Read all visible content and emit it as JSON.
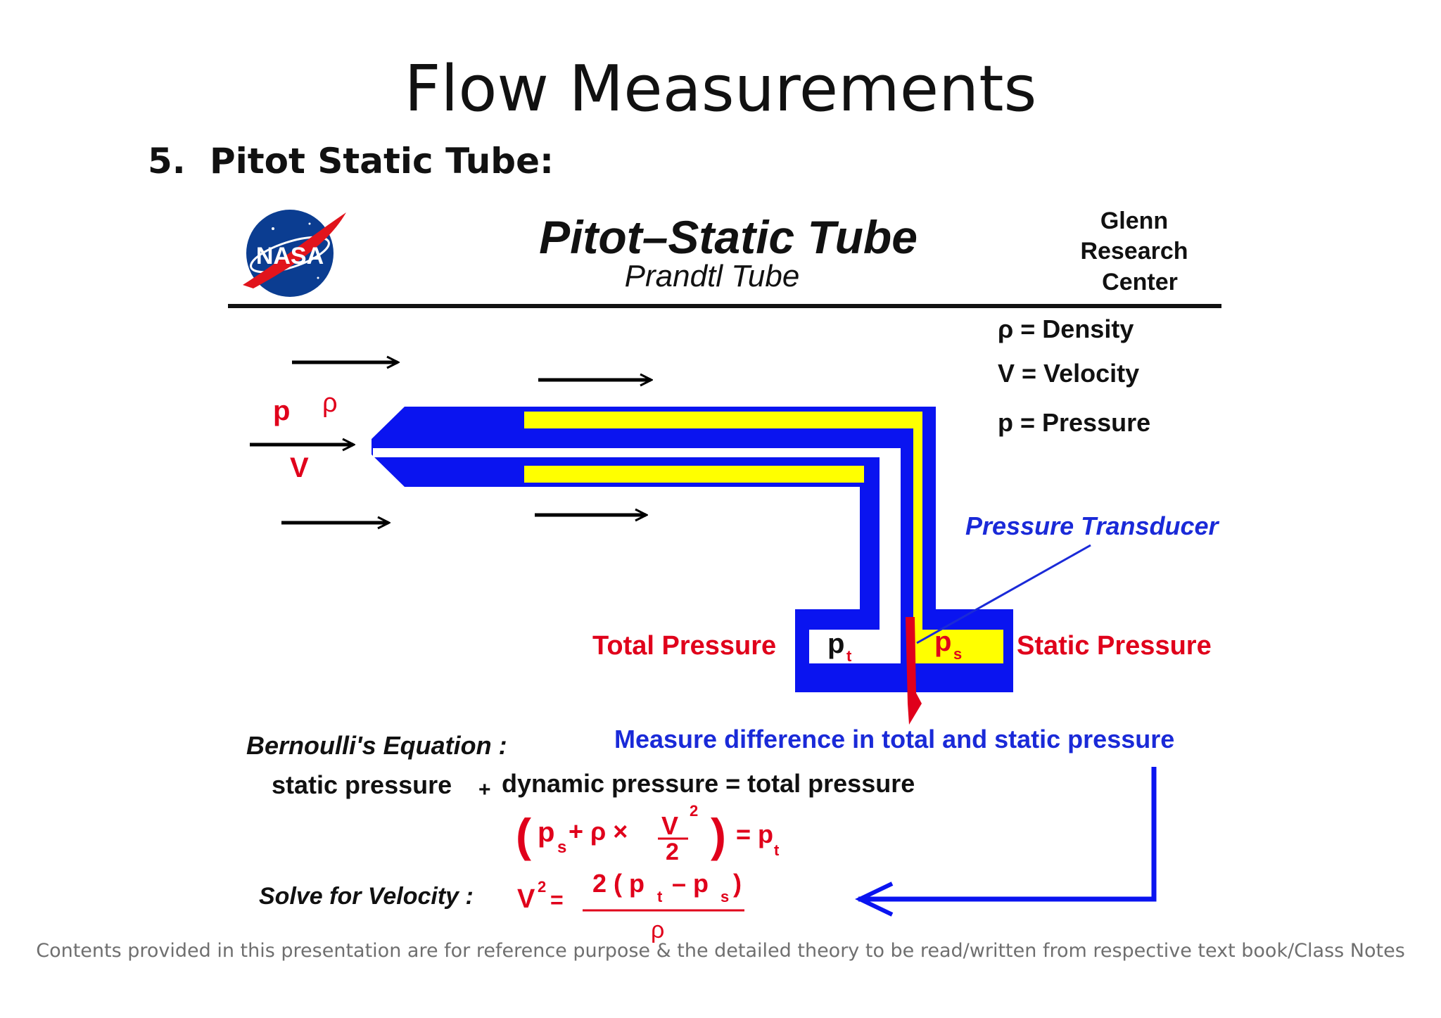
{
  "slide": {
    "title": "Flow Measurements",
    "section_number": "5.",
    "section_title": "Pitot Static Tube:",
    "footer": "Contents provided in this presentation are for reference purpose & the detailed theory to be read/written from respective text book/Class Notes"
  },
  "diagram": {
    "logo_text": "NASA",
    "title": "Pitot–Static  Tube",
    "subtitle": "Prandtl Tube",
    "org_line1": "Glenn",
    "org_line2": "Research",
    "org_line3": "Center",
    "legend": {
      "density": "ρ = Density",
      "velocity": "V = Velocity",
      "pressure": "p = Pressure"
    },
    "flow_labels": {
      "p": "p",
      "rho": "ρ",
      "v": "V"
    },
    "transducer_label": "Pressure  Transducer",
    "total_pressure_label": "Total  Pressure",
    "static_pressure_label": "Static  Pressure",
    "pt_label": "p",
    "pt_sub": "t",
    "ps_label": "p",
    "ps_sub": "s",
    "measure_text": "Measure  difference  in  total  and  static  pressure",
    "bernoulli_label": "Bernoulli's  Equation :",
    "eq_static": "static  pressure",
    "eq_plus": "+",
    "eq_dynamic": "dynamic  pressure  =  total  pressure",
    "formula1": {
      "open": "(",
      "p": "p",
      "s_sub": "s",
      "plus_rho_times": "+ ρ  ×",
      "v_num": "V",
      "v_exp": "2",
      "denominator": "2",
      "close": ")",
      "equals_p": "= p",
      "t_sub": "t"
    },
    "solve_label": "Solve  for  Velocity :",
    "formula2": {
      "v": "V",
      "v_exp": "2",
      "equals": "=",
      "numerator": "2 ( p",
      "t_sub": "t",
      "minus": "–  p",
      "s_sub": "s",
      "close": ")",
      "denominator": "ρ"
    },
    "colors": {
      "tube_blue": "#0a14f0",
      "inner_yellow": "#ffff00",
      "label_red": "#e0001b",
      "text_blue": "#1a2ad8",
      "nasa_blue": "#0b3d91"
    }
  }
}
